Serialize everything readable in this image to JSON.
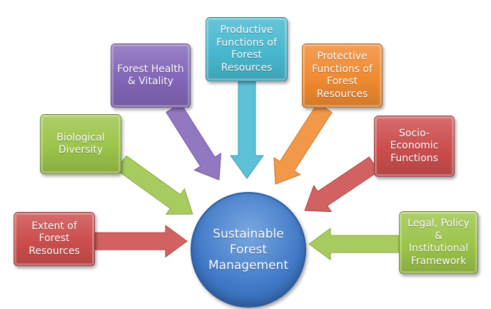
{
  "center": {
    "label": "Sustainable Forest Management"
  },
  "nodes": [
    {
      "id": "extent",
      "label": "Extent of Forest Resources",
      "color": "#cc4d4d"
    },
    {
      "id": "biodiversity",
      "label": "Biological Diversity",
      "color": "#9cc44a"
    },
    {
      "id": "health",
      "label": "Forest Health & Vitality",
      "color": "#8366b8"
    },
    {
      "id": "productive",
      "label": "Productive Functions of Forest Resources",
      "color": "#47b8cf"
    },
    {
      "id": "protective",
      "label": "Protective Functions of Forest Resources",
      "color": "#f08a30"
    },
    {
      "id": "socio",
      "label": "Socio-Economic Functions",
      "color": "#cc4d4d"
    },
    {
      "id": "legal",
      "label": "Legal, Policy & Institutional Framework",
      "color": "#9cc44a"
    }
  ],
  "colors": {
    "red": "#cc4d4d",
    "green": "#9cc44a",
    "purple": "#8366b8",
    "cyan": "#47b8cf",
    "orange": "#f08a30",
    "center": "#3f78c6"
  }
}
